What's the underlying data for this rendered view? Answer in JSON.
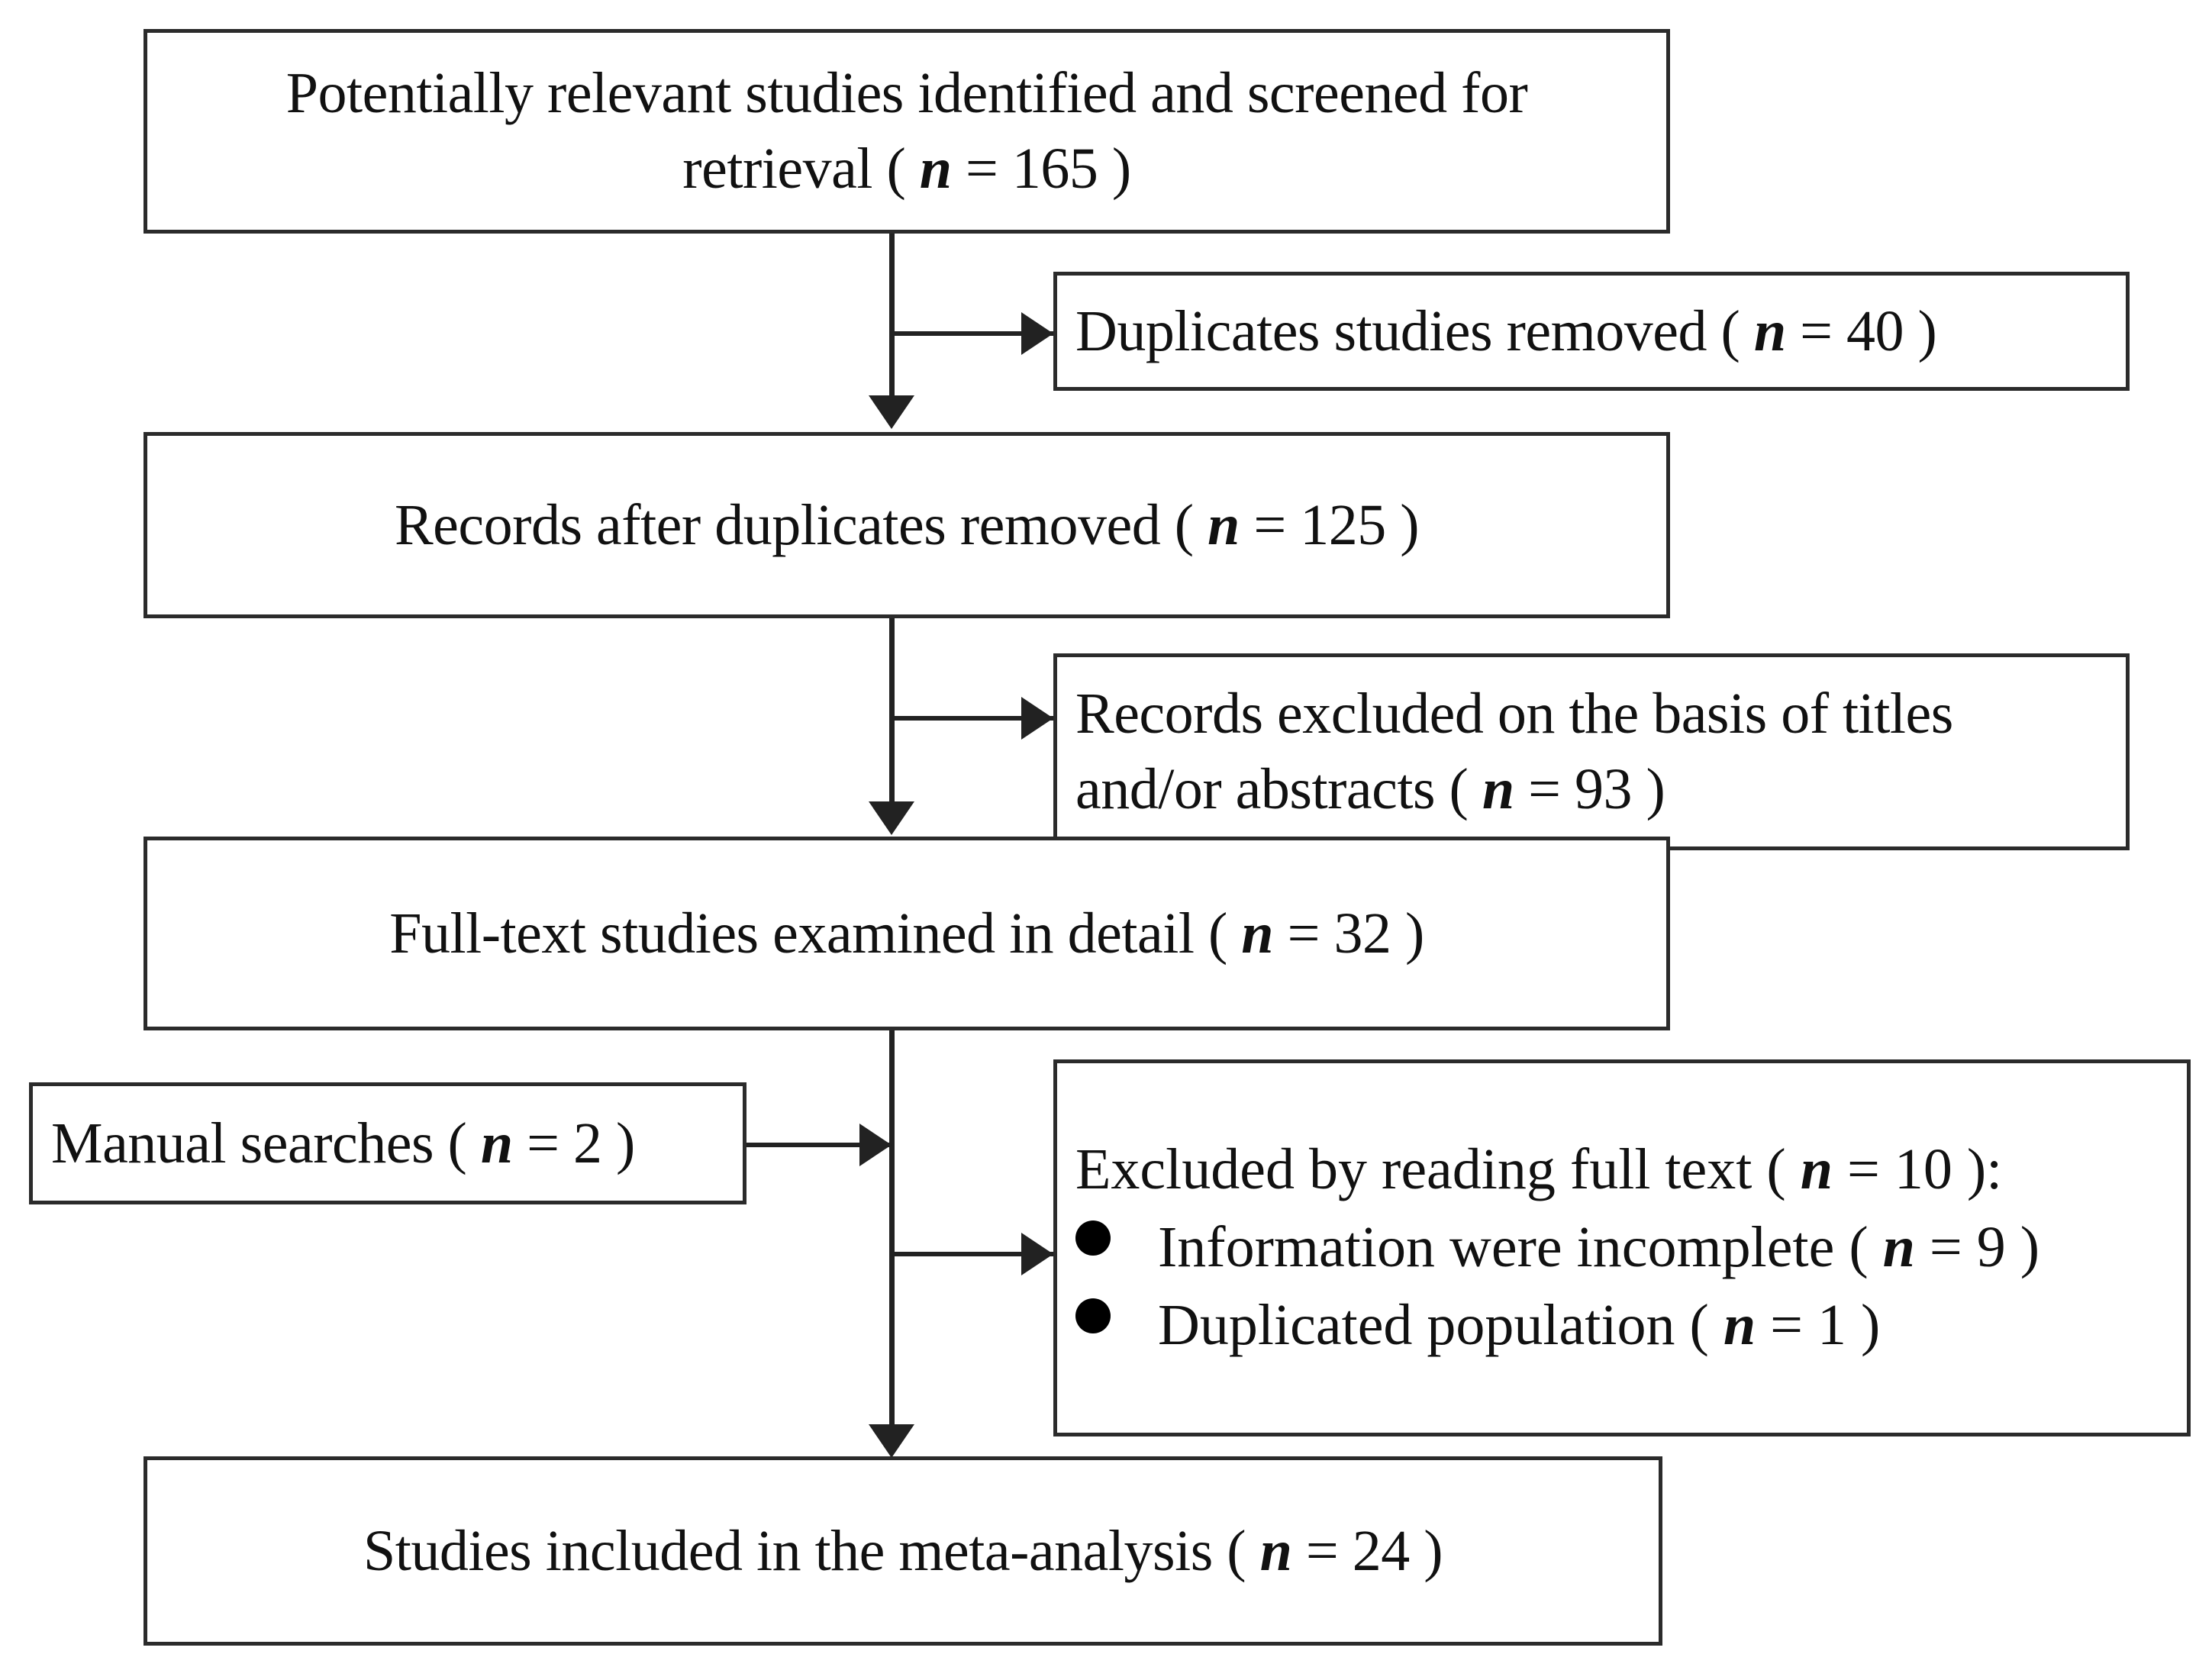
{
  "diagram": {
    "title": "Study selection flow diagram",
    "type": "prisma-flowchart",
    "n_label": "n",
    "boxes": {
      "identified": {
        "text": "Potentially relevant studies identified and screened for\nretrieval ( n = 165 )",
        "count": 165
      },
      "duplicates_removed": {
        "text": "Duplicates studies removed ( n = 40 )",
        "count": 40
      },
      "records_after_duplicates": {
        "text": "Records after  duplicates removed ( n = 125 )",
        "count": 125
      },
      "records_excluded_titles": {
        "text": "Records excluded on the basis of titles\nand/or abstracts ( n = 93 )",
        "count": 93
      },
      "full_text_examined": {
        "text": "Full-text studies examined in detail ( n = 32 )",
        "count": 32
      },
      "manual_searches": {
        "text": "Manual searches ( n = 2 )",
        "count": 2
      },
      "excluded_full_text": {
        "heading": "Excluded by reading full text ( n = 10 ):",
        "count": 10,
        "reasons": [
          {
            "text": "Information were incomplete ( n = 9 )",
            "count": 9
          },
          {
            "text": "Duplicated population ( n = 1 )",
            "count": 1
          }
        ]
      },
      "included_meta_analysis": {
        "text": "Studies included in the meta-analysis ( n = 24 )",
        "count": 24
      }
    },
    "colors": {
      "border": "#2b2b2b",
      "connector": "#222222",
      "background": "#ffffff",
      "text": "#111111"
    }
  },
  "chart_data": {
    "type": "diagram",
    "title": "PRISMA study selection flow",
    "nodes": [
      {
        "id": "identified",
        "label": "Potentially relevant studies identified and screened for retrieval",
        "n": 165
      },
      {
        "id": "duplicates_removed",
        "label": "Duplicates studies removed",
        "n": 40
      },
      {
        "id": "records_after_duplicates",
        "label": "Records after duplicates removed",
        "n": 125
      },
      {
        "id": "records_excluded_titles",
        "label": "Records excluded on the basis of titles and/or abstracts",
        "n": 93
      },
      {
        "id": "full_text_examined",
        "label": "Full-text studies examined in detail",
        "n": 32
      },
      {
        "id": "manual_searches",
        "label": "Manual searches",
        "n": 2
      },
      {
        "id": "excluded_full_text",
        "label": "Excluded by reading full text",
        "n": 10
      },
      {
        "id": "excluded_incomplete",
        "label": "Information were incomplete",
        "n": 9
      },
      {
        "id": "excluded_duplicated_population",
        "label": "Duplicated population",
        "n": 1
      },
      {
        "id": "included_meta_analysis",
        "label": "Studies included in the meta-analysis",
        "n": 24
      }
    ],
    "edges": [
      {
        "from": "identified",
        "to": "records_after_duplicates"
      },
      {
        "from": "identified",
        "to": "duplicates_removed"
      },
      {
        "from": "records_after_duplicates",
        "to": "full_text_examined"
      },
      {
        "from": "records_after_duplicates",
        "to": "records_excluded_titles"
      },
      {
        "from": "full_text_examined",
        "to": "included_meta_analysis"
      },
      {
        "from": "manual_searches",
        "to": "full_text_examined"
      },
      {
        "from": "full_text_examined",
        "to": "excluded_full_text"
      }
    ]
  }
}
